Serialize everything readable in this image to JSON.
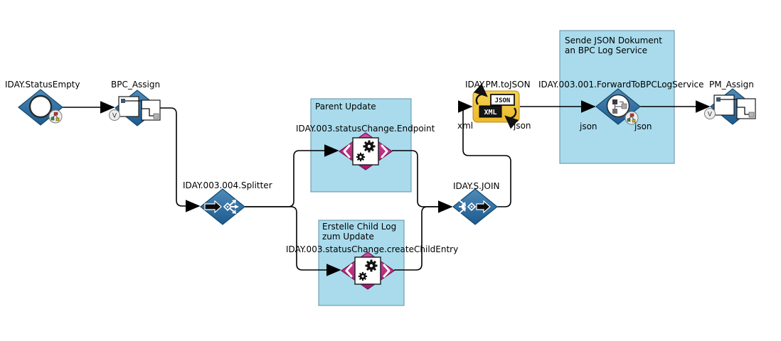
{
  "diagram": {
    "nodes": {
      "status_empty": {
        "label": "IDAY.StatusEmpty"
      },
      "bpc_assign": {
        "label": "BPC_Assign",
        "badge": "V"
      },
      "splitter": {
        "label": "IDAY.003.004.Splitter"
      },
      "endpoint": {
        "label": "IDAY.003.statusChange.Endpoint"
      },
      "create_child_entry": {
        "label": "IDAY.003.statusChange.createChildEntry"
      },
      "join": {
        "label": "IDAY.S.JOIN"
      },
      "to_json": {
        "label": "IDAY.PM.toJSON",
        "badge_top": "JSON",
        "badge_bottom": "XML",
        "port_in": "xml",
        "port_out": "json"
      },
      "forward": {
        "label": "IDAY.003.001.ForwardToBPCLogService",
        "port_in": "json",
        "port_out": "json"
      },
      "pm_assign": {
        "label": "PM_Assign",
        "badge": "V"
      }
    },
    "groups": {
      "parent_update": {
        "title": "Parent Update"
      },
      "child_log": {
        "title": "Erstelle Child Log zum Update"
      },
      "bpc_log": {
        "title": "Sende JSON Dokument an BPC Log Service"
      }
    },
    "colors": {
      "node_blue": "#2e6da4",
      "node_magenta": "#bf2a7f",
      "converter_gold": "#f2c63d",
      "group_fill": "#a9dbec",
      "group_border": "#5f8fa6",
      "line": "#000000"
    }
  }
}
